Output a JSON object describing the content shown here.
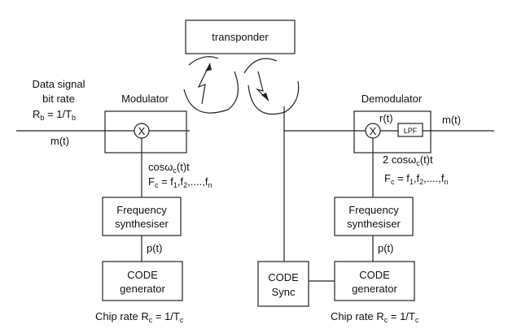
{
  "transponder": "transponder",
  "left": {
    "data_signal": [
      "Data signal",
      "bit rate"
    ],
    "rb_eq": "R",
    "rb_sub": "b",
    "rb_rest": " = 1/T",
    "rb_sub2": "b",
    "input": "m(t)",
    "modulator": "Modulator",
    "mixer": "X",
    "carrier": "cosω",
    "carrier_sub": "c",
    "carrier_rest": "(t)t",
    "freq_set": "F",
    "freq_set_sub": "c",
    "freq_set_rest": " = f",
    "freq_list": [
      "1",
      ",f",
      "2",
      ",....,f",
      "n"
    ],
    "synth": [
      "Frequency",
      "synthesiser"
    ],
    "pn": "p(t)",
    "code_gen": [
      "CODE",
      "generator"
    ],
    "chip_rate": "Chip rate R",
    "chip_sub": "c",
    "chip_rest": " = 1/T",
    "chip_sub2": "c"
  },
  "right": {
    "demodulator": "Demodulator",
    "received": "r(t)",
    "mixer": "X",
    "lpf": "LPF",
    "output": "m(t)",
    "carrier": "2 cosω",
    "carrier_sub": "c",
    "carrier_rest": "(t)t",
    "freq_set": "F",
    "freq_set_sub": "c",
    "freq_set_rest": " = f",
    "freq_list": [
      "1",
      ",f",
      "2",
      ",....,f",
      "n"
    ],
    "synth": [
      "Frequency",
      "synthesiser"
    ],
    "pn": "p(t)",
    "code_gen": [
      "CODE",
      "generator"
    ],
    "code_sync": [
      "CODE",
      "Sync"
    ],
    "chip_rate": "Chip rate R",
    "chip_sub": "c",
    "chip_rest": " = 1/T",
    "chip_sub2": "c"
  }
}
